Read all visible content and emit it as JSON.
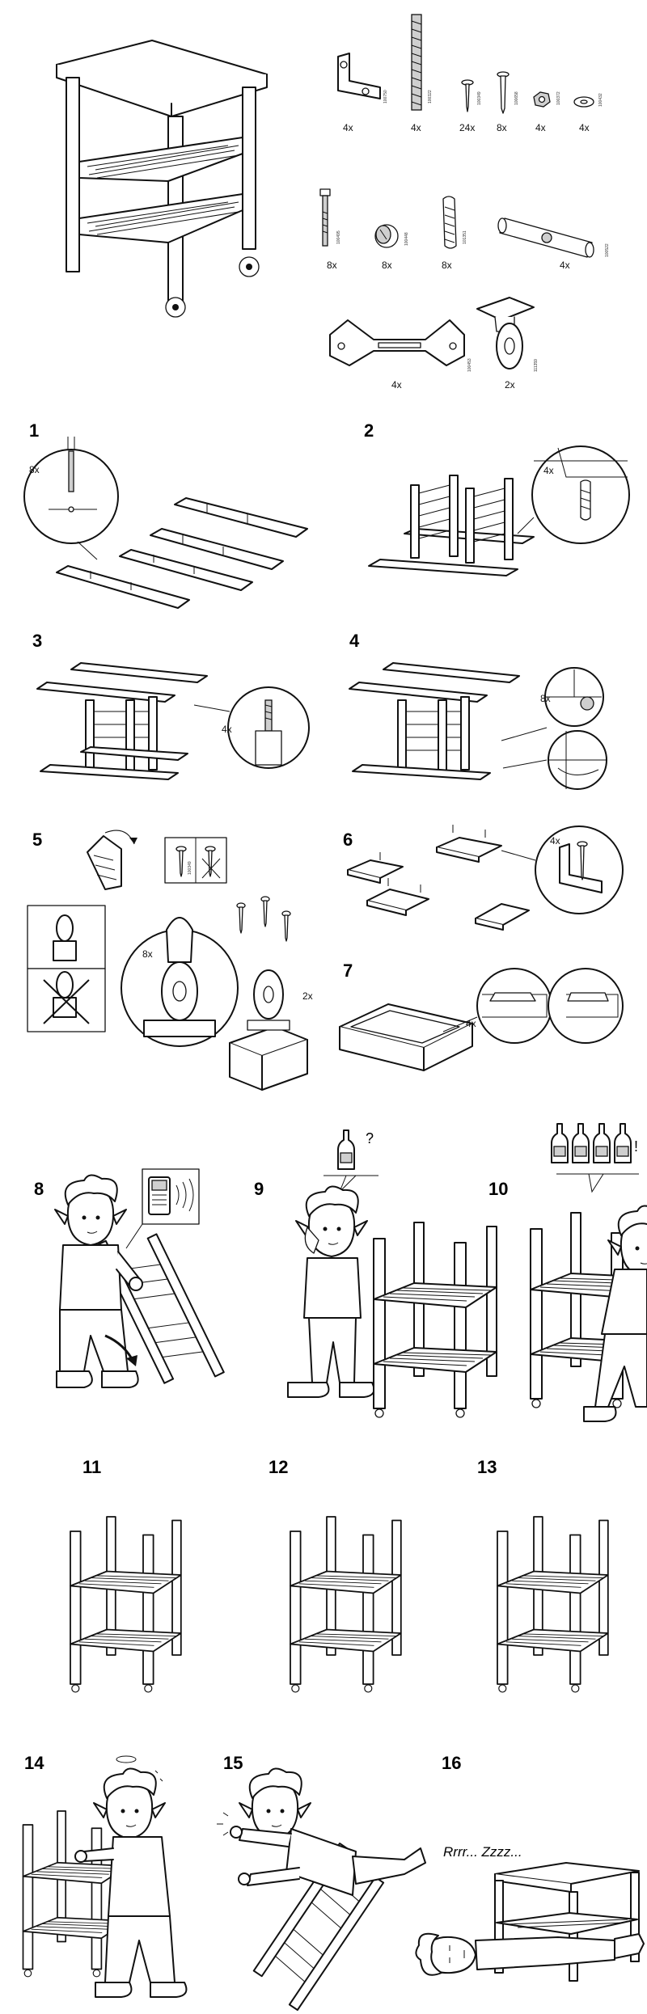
{
  "parts": {
    "p1": {
      "qty": "4x",
      "code": "100750"
    },
    "p2": {
      "qty": "4x",
      "code": "100322"
    },
    "p3": {
      "qty": "24x",
      "code": "100349"
    },
    "p4": {
      "qty": "8x",
      "code": "100658"
    },
    "p5": {
      "qty": "4x",
      "code": "100372"
    },
    "p6": {
      "qty": "4x",
      "code": "100432"
    },
    "p7": {
      "qty": "8x",
      "code": "100495"
    },
    "p8": {
      "qty": "8x",
      "code": "100448"
    },
    "p9": {
      "qty": "8x",
      "code": "101351"
    },
    "p10": {
      "qty": "4x",
      "code": "100522"
    },
    "p11": {
      "qty": "4x",
      "code": "100453"
    },
    "p12": {
      "qty": "2x",
      "code": "111359"
    }
  },
  "steps": {
    "s1": {
      "num": "1",
      "qty": "8x"
    },
    "s2": {
      "num": "2",
      "qty": "4x"
    },
    "s3": {
      "num": "3",
      "qty": "4x"
    },
    "s4": {
      "num": "4",
      "qty": "8x"
    },
    "s5": {
      "num": "5",
      "qty_a": "8x",
      "qty_b": "2x",
      "code": "100349"
    },
    "s6": {
      "num": "6",
      "qty": "4x"
    },
    "s7": {
      "num": "7",
      "qty": "4x"
    },
    "s8": {
      "num": "8"
    },
    "s9": {
      "num": "9",
      "speech": "?"
    },
    "s10": {
      "num": "10",
      "speech": "!"
    },
    "s11": {
      "num": "11"
    },
    "s12": {
      "num": "12"
    },
    "s13": {
      "num": "13"
    },
    "s14": {
      "num": "14"
    },
    "s15": {
      "num": "15"
    },
    "s16": {
      "num": "16",
      "snore": "Rrrr... Zzzz..."
    }
  }
}
